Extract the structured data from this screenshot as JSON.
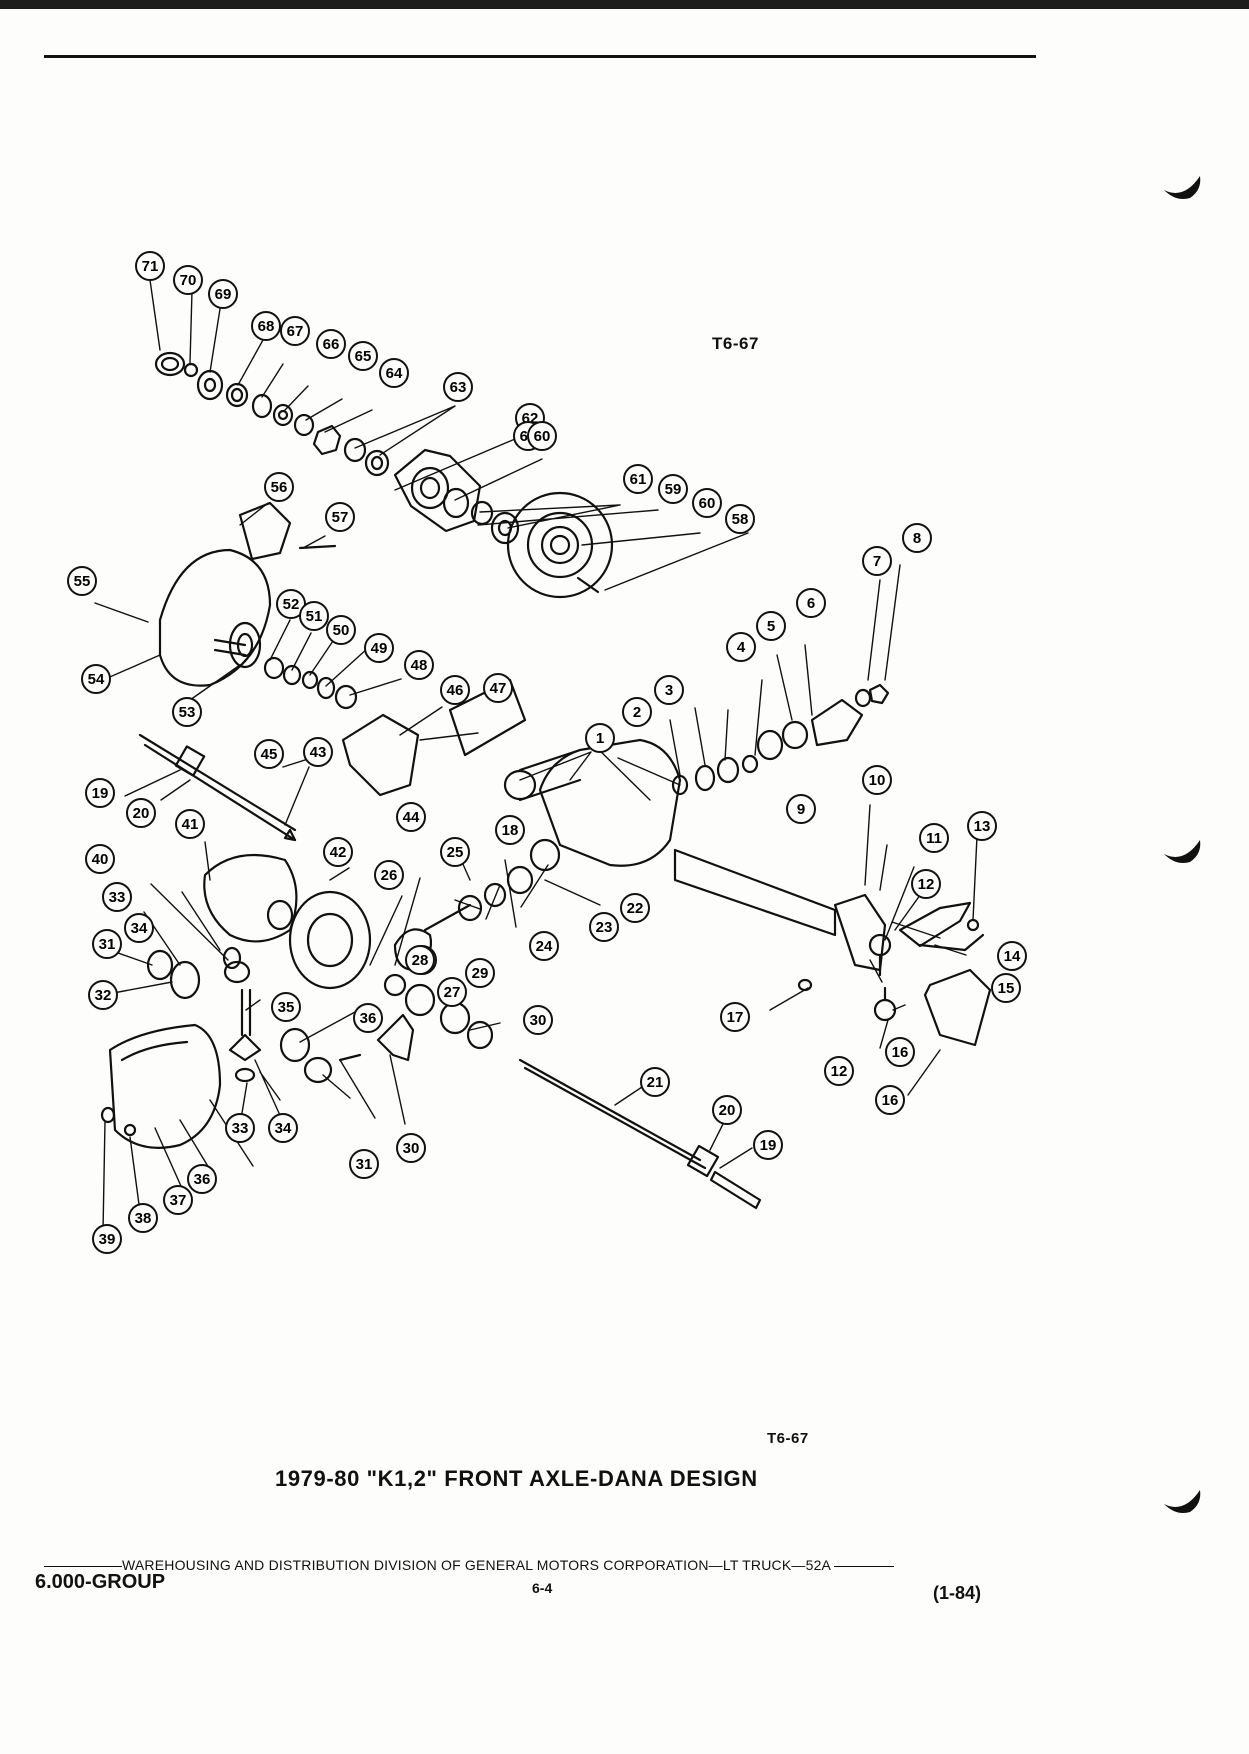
{
  "figure": {
    "id_top": "T6-67",
    "id_bottom": "T6-67",
    "caption": "1979-80 \"K1,2\" FRONT AXLE-DANA DESIGN"
  },
  "footer": {
    "publisher": "WAREHOUSING AND DISTRIBUTION  DIVISION OF GENERAL MOTORS CORPORATION—LT TRUCK—52A",
    "group": "6.000-GROUP",
    "page": "6-4",
    "revision": "(1-84)"
  },
  "callouts": [
    "1",
    "2",
    "3",
    "4",
    "5",
    "6",
    "7",
    "8",
    "9",
    "10",
    "11",
    "12",
    "13",
    "14",
    "15",
    "16",
    "17",
    "18",
    "19",
    "20",
    "21",
    "22",
    "23",
    "24",
    "25",
    "26",
    "27",
    "28",
    "29",
    "30",
    "31",
    "32",
    "33",
    "34",
    "35",
    "36",
    "37",
    "38",
    "39",
    "40",
    "41",
    "42",
    "43",
    "44",
    "45",
    "46",
    "47",
    "48",
    "49",
    "50",
    "51",
    "52",
    "53",
    "54",
    "55",
    "56",
    "57",
    "58",
    "59",
    "60",
    "61",
    "62",
    "63",
    "64",
    "65",
    "66",
    "67",
    "68",
    "69",
    "70",
    "71"
  ],
  "colors": {
    "ink": "#111111",
    "paper": "#fdfdfb"
  }
}
